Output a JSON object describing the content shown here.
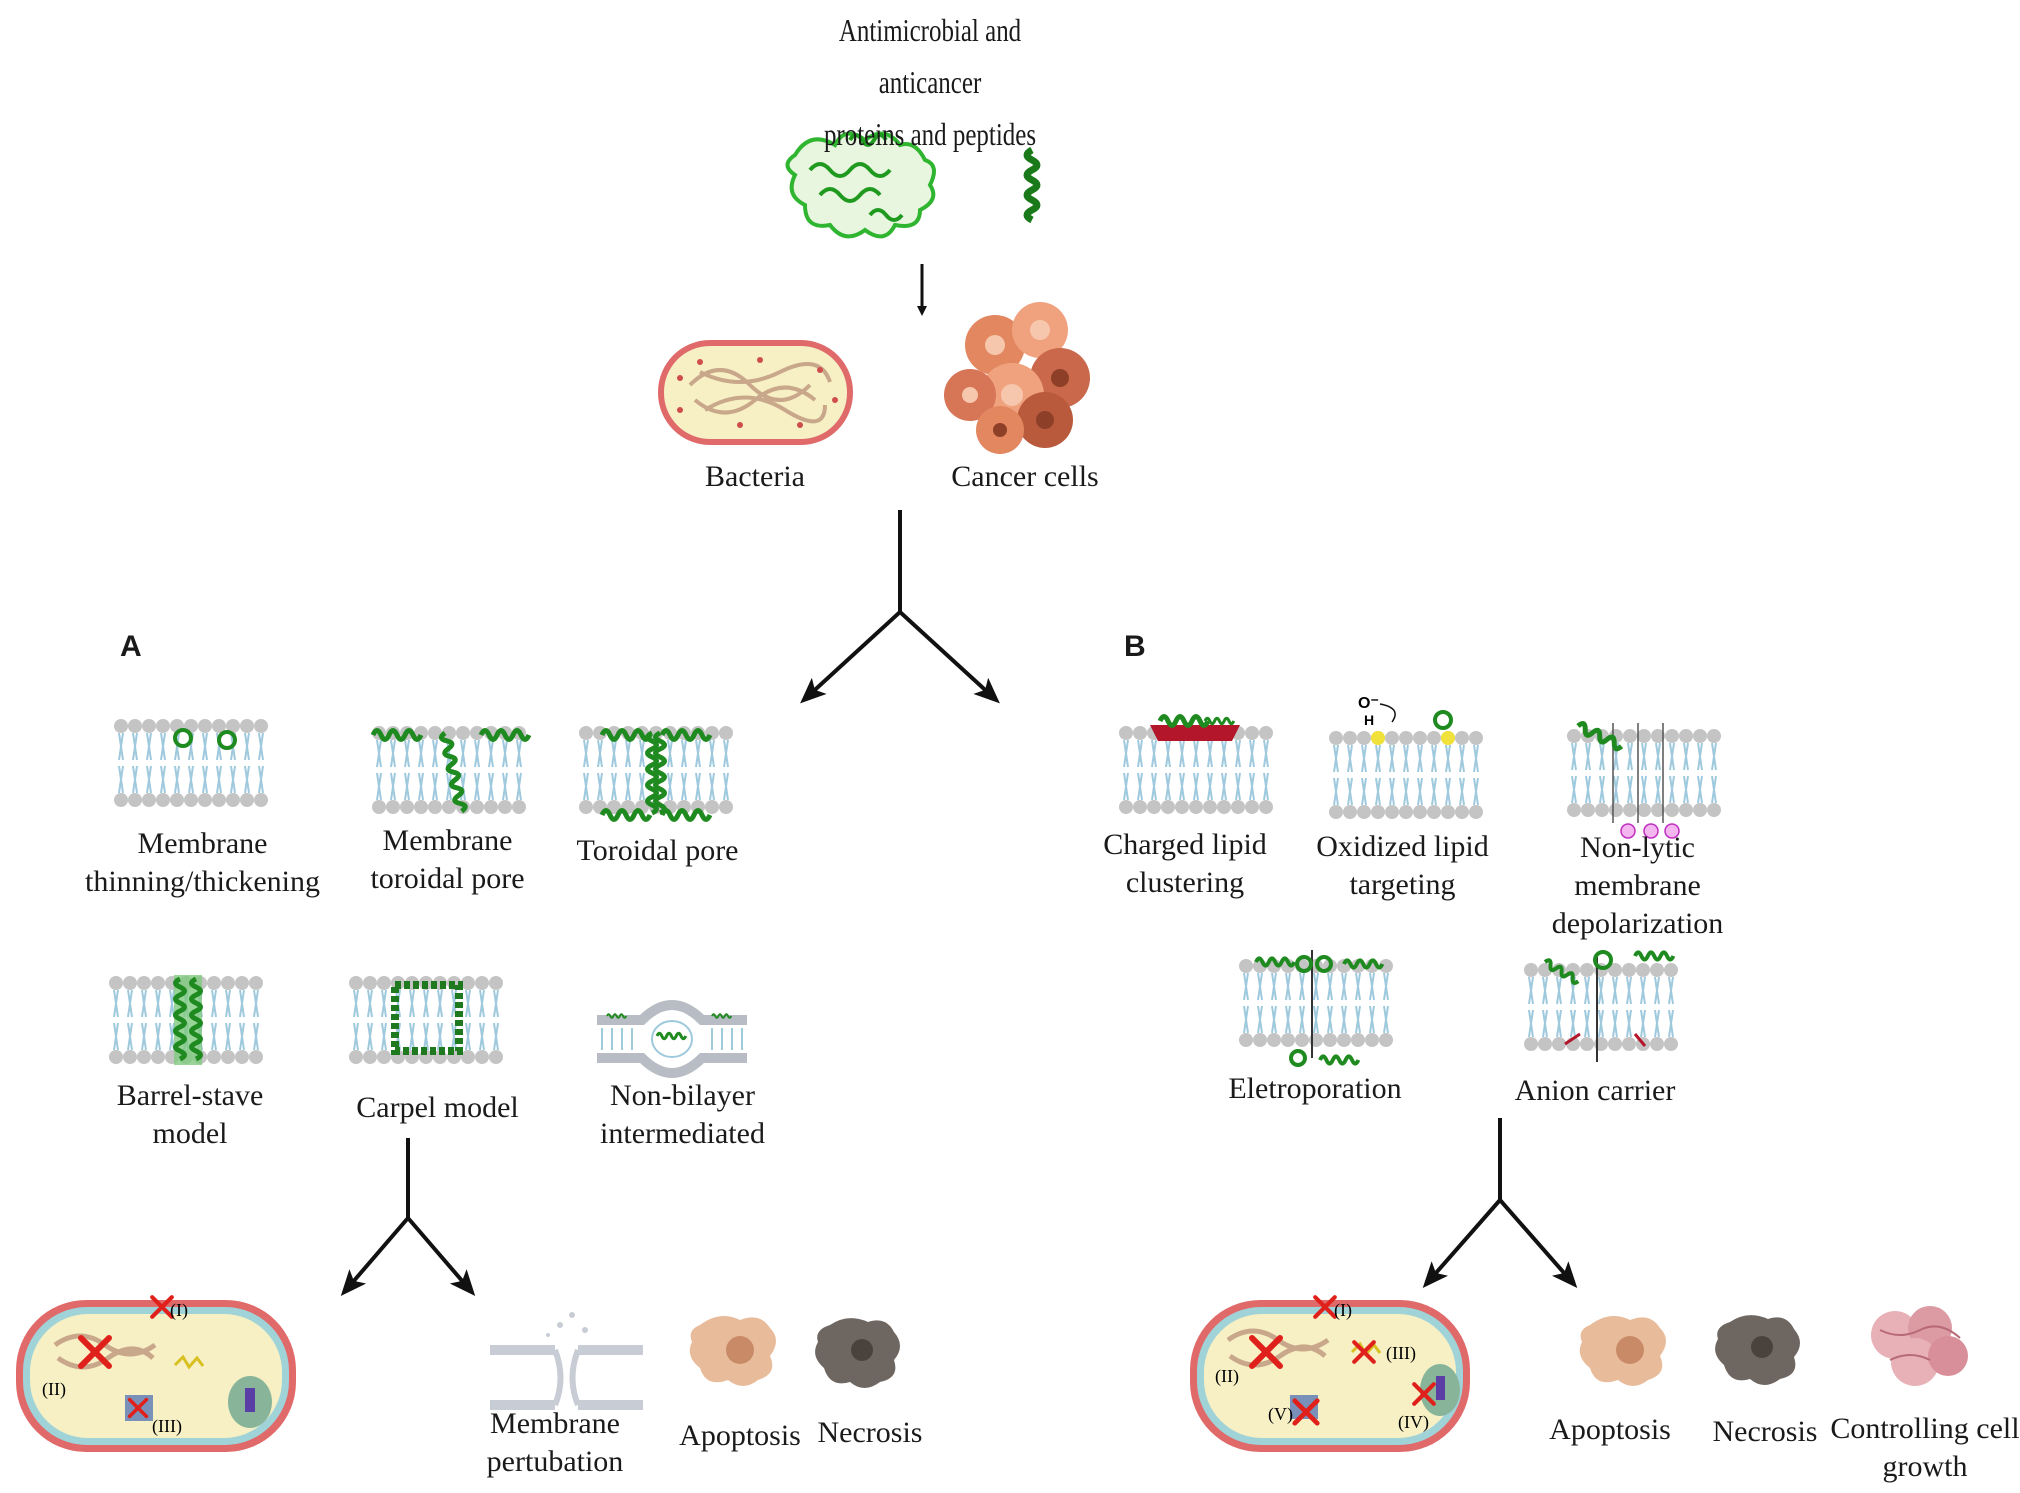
{
  "title": {
    "line1": "Antimicrobial  and anticancer",
    "line2": "proteins and peptides"
  },
  "targets": {
    "bacteria": "Bacteria",
    "cancer_cells": "Cancer cells"
  },
  "panel_a": {
    "letter": "A",
    "mechanisms": [
      {
        "l1": "Membrane",
        "l2": "thinning/thickening"
      },
      {
        "l1": "Membrane",
        "l2": "toroidal pore"
      },
      {
        "l1": "Toroidal pore",
        "l2": ""
      },
      {
        "l1": "Barrel-stave",
        "l2": "model"
      },
      {
        "l1": "Carpel model",
        "l2": ""
      },
      {
        "l1": "Non-bilayer",
        "l2": "intermediated"
      }
    ],
    "outcomes": {
      "membrane_l1": "Membrane",
      "membrane_l2": "pertubation",
      "apoptosis": "Apoptosis",
      "necrosis": "Necrosis"
    },
    "cell_marks": [
      "(I)",
      "(II)",
      "(III)"
    ]
  },
  "panel_b": {
    "letter": "B",
    "mechanisms": [
      {
        "l1": "Charged lipid",
        "l2": "clustering"
      },
      {
        "l1": "Oxidized lipid",
        "l2": "targeting"
      },
      {
        "l1": "Non-lytic membrane",
        "l2": "depolarization"
      },
      {
        "l1": "Eletroporation",
        "l2": ""
      },
      {
        "l1": "Anion carrier",
        "l2": ""
      }
    ],
    "outcomes": {
      "apoptosis": "Apoptosis",
      "necrosis": "Necrosis",
      "growth_l1": "Controlling cell",
      "growth_l2": "growth"
    },
    "cell_marks": [
      "(I)",
      "(II)",
      "(III)",
      "(IV)",
      "(V)"
    ]
  },
  "colors": {
    "membrane_head": "#c4c4c4",
    "membrane_tail": "#9fc9dd",
    "peptide": "#1f8a1f",
    "cross": "#e0201a",
    "arrow": "#111111",
    "cell_wall": "#e06a6a",
    "cytoplasm": "#f6f0c4"
  },
  "icons": {
    "protein": "protein-structure-icon",
    "helix": "alpha-helix-icon",
    "bacterium": "bacterium-icon",
    "cancer": "cancer-cell-cluster-icon"
  }
}
